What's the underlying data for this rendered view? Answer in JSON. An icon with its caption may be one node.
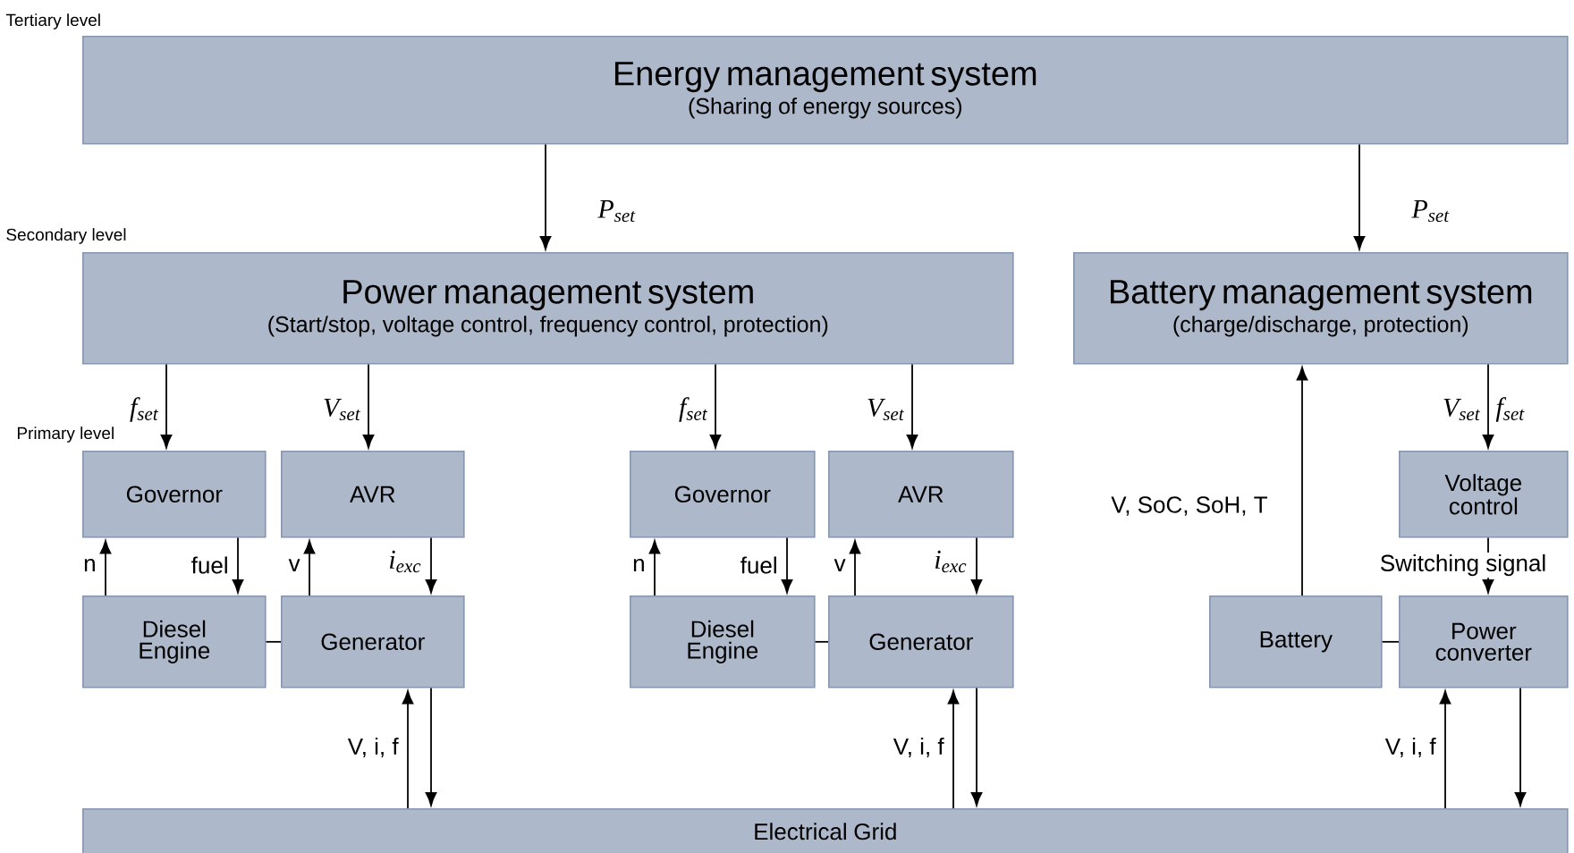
{
  "diagram": {
    "nodes": [
      {
        "text": [
          "Energy management system",
          "(Sharing of energy sources)"
        ]
      },
      {
        "text": [
          "Power management system",
          "(Start/stop, voltage control, frequency control, protection)"
        ]
      },
      {
        "text": [
          "Battery management system",
          "(charge/discharge, protection)"
        ]
      },
      {
        "text": [
          "Governor"
        ]
      },
      {
        "text": [
          "AVR"
        ]
      },
      {
        "text": [
          "Diesel Engine"
        ]
      },
      {
        "text": [
          "Generator"
        ]
      },
      {
        "text": [
          "Governor"
        ]
      },
      {
        "text": [
          "AVR"
        ]
      },
      {
        "text": [
          "Diesel Engine"
        ]
      },
      {
        "text": [
          "Generator"
        ]
      },
      {
        "text": [
          "Voltage control"
        ]
      },
      {
        "text": [
          "Battery"
        ]
      },
      {
        "text": [
          "Power converter"
        ]
      },
      {
        "text": [
          "Electrical Grid"
        ]
      }
    ],
    "edges": [
      {
        "from": 0,
        "to": 1,
        "arrow": "to",
        "label": "P$_{set}$"
      },
      {
        "from": 0,
        "to": 2,
        "arrow": "to",
        "label": "P$_{set}$"
      },
      {
        "from": 1,
        "to": 3,
        "arrow": "to",
        "label": "f$_{set}$"
      },
      {
        "from": 1,
        "to": 4,
        "arrow": "to",
        "label": "V$_{set}$"
      },
      {
        "from": 1,
        "to": 7,
        "arrow": "to",
        "label": "f$_{set}$"
      },
      {
        "from": 1,
        "to": 8,
        "arrow": "to",
        "label": "V$_{set}$"
      },
      {
        "from": 2,
        "to": 11,
        "arrow": "to",
        "label": "V$_{set}$"
      },
      {
        "from": 5,
        "to": 3,
        "arrow": "to",
        "label": "n"
      },
      {
        "from": 3,
        "to": 5,
        "arrow": "to",
        "label": "fuel"
      },
      {
        "from": 6,
        "to": 4,
        "arrow": "to",
        "label": "v"
      },
      {
        "from": 4,
        "to": 6,
        "arrow": "to",
        "label": "i$_{exc}$"
      },
      {
        "from": 5,
        "to": 6,
        "arrow": "none"
      },
      {
        "from": 14,
        "to": 6,
        "arrow": "to",
        "label": "V, i, f"
      },
      {
        "from": 6,
        "to": 14,
        "arrow": "to"
      },
      {
        "from": 9,
        "to": 7,
        "arrow": "to",
        "label": "n"
      },
      {
        "from": 7,
        "to": 9,
        "arrow": "to",
        "label": "fuel"
      },
      {
        "from": 10,
        "to": 8,
        "arrow": "to",
        "label": "v"
      },
      {
        "from": 8,
        "to": 10,
        "arrow": "to",
        "label": "i$_{exc}$"
      },
      {
        "from": 9,
        "to": 10,
        "arrow": "none"
      },
      {
        "from": 14,
        "to": 10,
        "arrow": "to",
        "label": "V, i, f"
      },
      {
        "from": 10,
        "to": 14,
        "arrow": "to"
      },
      {
        "from": 12,
        "to": 2,
        "arrow": "to",
        "label": "V, SoC, SoH, T"
      },
      {
        "from": 11,
        "to": 13,
        "arrow": "to",
        "label": "Switching signal"
      },
      {
        "from": 12,
        "to": 13,
        "arrow": "none"
      },
      {
        "from": 14,
        "to": 13,
        "arrow": "to",
        "label": "V, i, f"
      },
      {
        "from": 13,
        "to": 14,
        "arrow": "to"
      }
    ],
    "labels": [
      "Tertiary level",
      "Secondary level",
      "Primary level",
      "f$_{set}$"
    ]
  }
}
